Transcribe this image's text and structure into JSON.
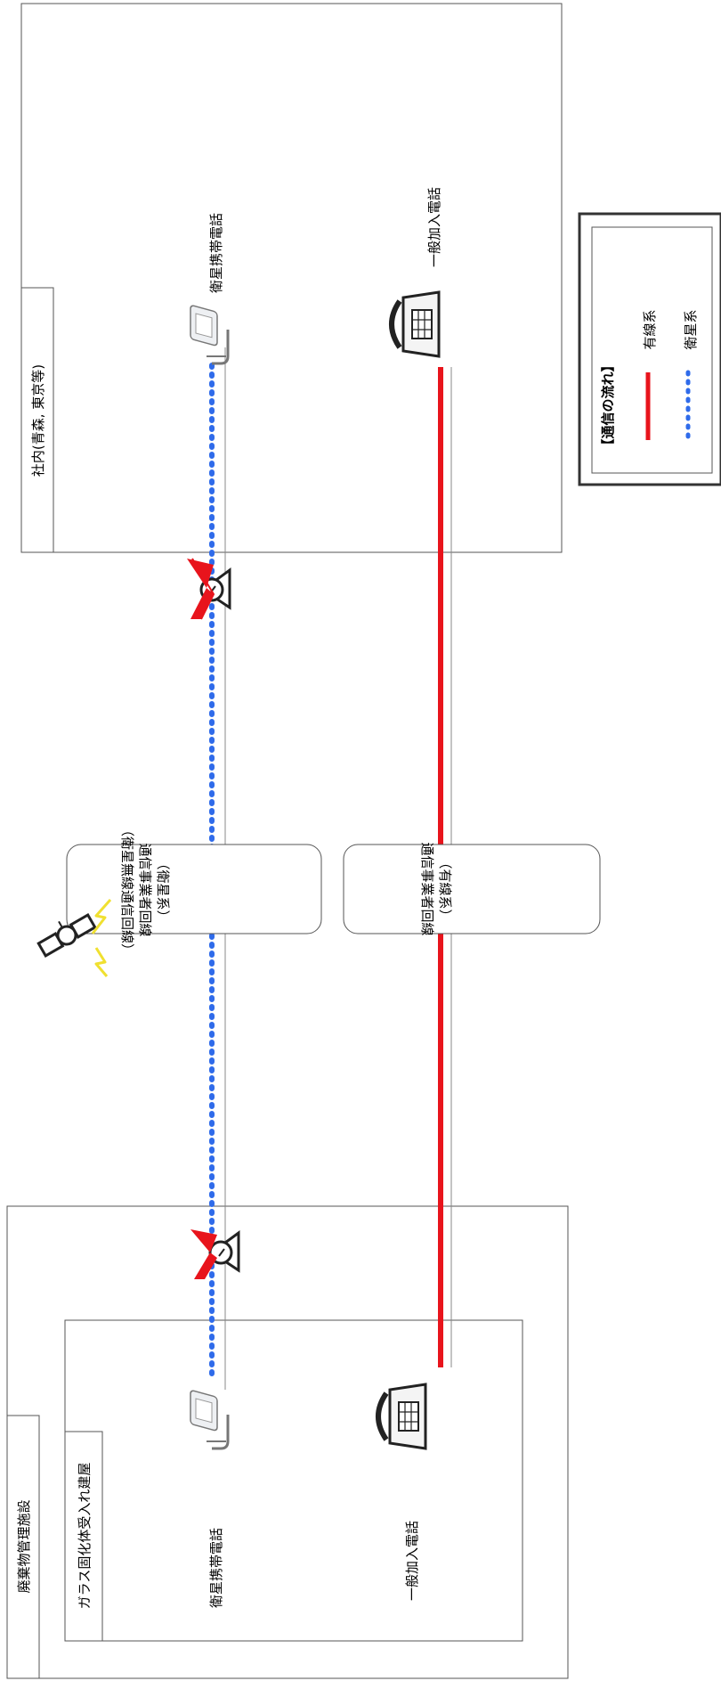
{
  "areas": {
    "office": "社内(青森, 東京等)",
    "facility": "廃棄物管理施設",
    "building": "ガラス固化体受入れ建屋"
  },
  "devices": {
    "satellite_phone_top": "衛星携帯電話",
    "landline_top": "一般加入電話",
    "satellite_phone_bottom": "衛星携帯電話",
    "landline_bottom": "一般加入電話"
  },
  "carriers": {
    "satellite_lines": [
      "通信事業者回線",
      "（衛星無線通信回線）",
      "（衛星系）"
    ],
    "wired_lines": [
      "通信事業者回線",
      "（有線系）"
    ]
  },
  "legend": {
    "title": "【通信の流れ】",
    "wired": "有線系",
    "satellite": "衛星系"
  },
  "colors": {
    "wired": "#e8141c",
    "satellite": "#2f6bea",
    "antenna_mark": "#e8141c",
    "lightning": "#f0e030"
  },
  "icons": [
    "satellite-phone-icon",
    "landline-phone-icon",
    "satellite-dish-icon",
    "satellite-icon",
    "lightning-icon"
  ]
}
